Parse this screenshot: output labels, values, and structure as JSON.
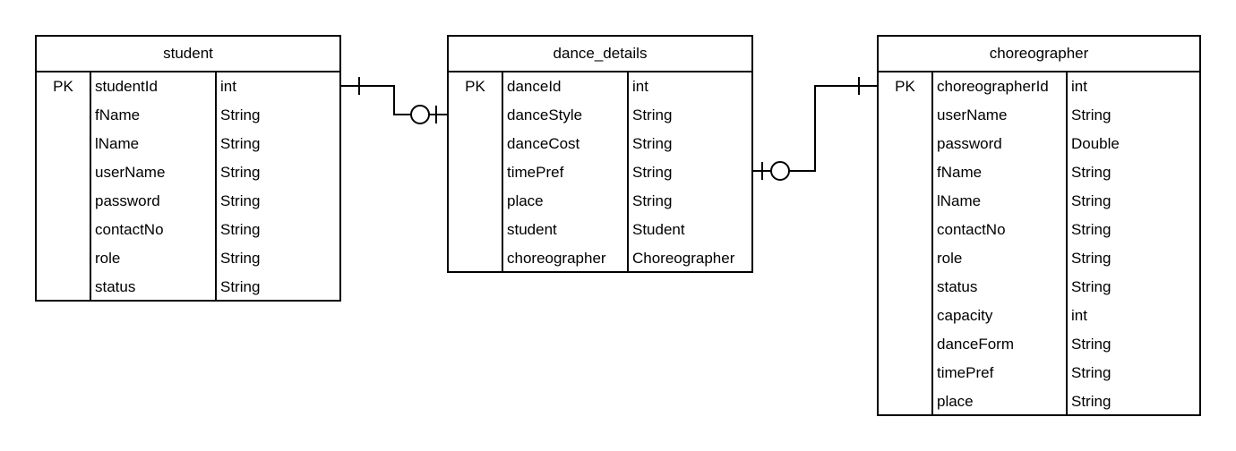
{
  "entities": [
    {
      "id": "student",
      "title": "student",
      "rows": [
        {
          "key": "PK",
          "name": "studentId",
          "type": "int"
        },
        {
          "key": "",
          "name": "fName",
          "type": "String"
        },
        {
          "key": "",
          "name": "lName",
          "type": "String"
        },
        {
          "key": "",
          "name": "userName",
          "type": "String"
        },
        {
          "key": "",
          "name": "password",
          "type": "String"
        },
        {
          "key": "",
          "name": "contactNo",
          "type": "String"
        },
        {
          "key": "",
          "name": "role",
          "type": "String"
        },
        {
          "key": "",
          "name": "status",
          "type": "String"
        }
      ]
    },
    {
      "id": "dance_details",
      "title": "dance_details",
      "rows": [
        {
          "key": "PK",
          "name": "danceId",
          "type": "int"
        },
        {
          "key": "",
          "name": "danceStyle",
          "type": "String"
        },
        {
          "key": "",
          "name": "danceCost",
          "type": "String"
        },
        {
          "key": "",
          "name": "timePref",
          "type": "String"
        },
        {
          "key": "",
          "name": "place",
          "type": "String"
        },
        {
          "key": "",
          "name": "student",
          "type": "Student"
        },
        {
          "key": "",
          "name": "choreographer",
          "type": "Choreographer"
        }
      ]
    },
    {
      "id": "choreographer",
      "title": "choreographer",
      "rows": [
        {
          "key": "PK",
          "name": "choreographerId",
          "type": "int"
        },
        {
          "key": "",
          "name": "userName",
          "type": "String"
        },
        {
          "key": "",
          "name": "password",
          "type": "Double"
        },
        {
          "key": "",
          "name": "fName",
          "type": "String"
        },
        {
          "key": "",
          "name": "lName",
          "type": "String"
        },
        {
          "key": "",
          "name": "contactNo",
          "type": "String"
        },
        {
          "key": "",
          "name": "role",
          "type": "String"
        },
        {
          "key": "",
          "name": "status",
          "type": "String"
        },
        {
          "key": "",
          "name": "capacity",
          "type": "int"
        },
        {
          "key": "",
          "name": "danceForm",
          "type": "String"
        },
        {
          "key": "",
          "name": "timePref",
          "type": "String"
        },
        {
          "key": "",
          "name": "place",
          "type": "String"
        }
      ]
    }
  ],
  "relationships": [
    {
      "from": "student",
      "from_end": "one",
      "to": "dance_details",
      "to_end": "zero-or-one"
    },
    {
      "from": "dance_details",
      "from_end": "zero-or-one",
      "to": "choreographer",
      "to_end": "one"
    }
  ]
}
